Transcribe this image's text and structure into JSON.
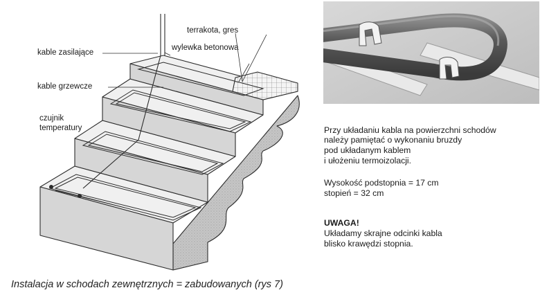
{
  "labels": {
    "terrakota": "terrakota, gres",
    "wylewka": "wylewka betonowa",
    "kable_zasilajace": "kable zasilające",
    "kable_grzewcze": "kable grzewcze",
    "czujnik_line1": "czujnik",
    "czujnik_line2": "temperatury"
  },
  "instructions": {
    "line1": "Przy układaniu kabla na powierzchni schodów",
    "line2": "należy pamiętać o wykonaniu bruzdy",
    "line3": "pod układanym kablem",
    "line4": "i ułożeniu termoizolacji."
  },
  "dimensions": {
    "riser": "Wysokość podstopnia = 17 cm",
    "tread": "stopień = 32 cm"
  },
  "warning": {
    "title": "UWAGA!",
    "line1": "Układamy skrajne odcinki kabla",
    "line2": "blisko krawędzi stopnia."
  },
  "caption": "Instalacja w schodach zewnętrznych = zabudowanych (rys 7)",
  "colors": {
    "stair_top": "#f2f2f2",
    "stair_front": "#d9d9d9",
    "stair_side": "#bdbdbd",
    "cable_pipe": "#6a6a6a"
  }
}
